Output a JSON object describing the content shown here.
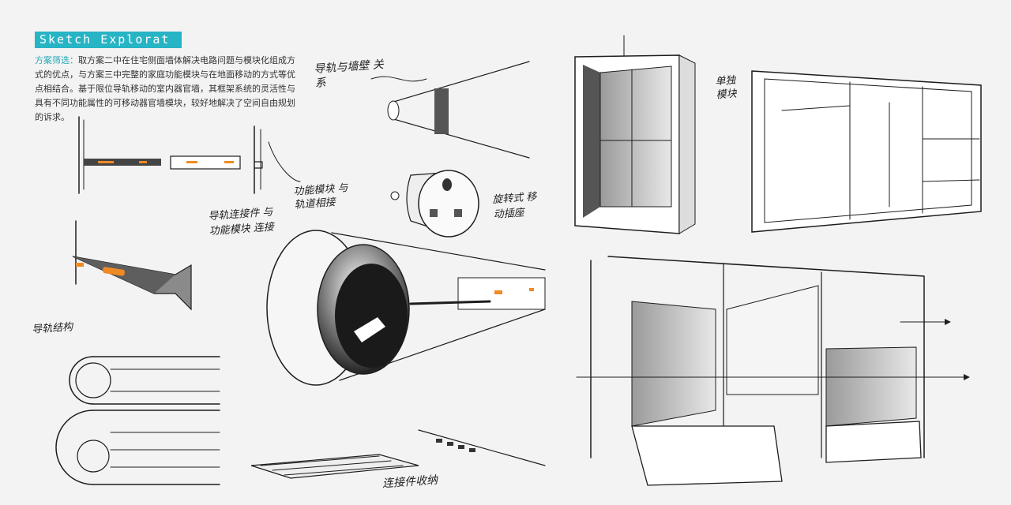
{
  "header": {
    "title": "Sketch Explorat"
  },
  "description": {
    "label": "方案筛选：",
    "text": "取方案二中在住宅侧面墙体解决电路问题与模块化组成方式的优点，与方案三中完整的家庭功能模块与在地面移动的方式等优点相结合。基于限位导轨移动的室内器官墙，其框架系统的灵活性与具有不同功能属性的可移动器官墙模块，较好地解决了空间自由规划的诉求。"
  },
  "annotations": {
    "rail_wall": "导轨与墙壁 关系",
    "function_module": "功能模块 与轨道相接",
    "rail_connector": "导轨连接件 与功能模块 连接",
    "rail_structure": "导轨结构",
    "rotary_socket": "旋转式 移动插座",
    "connector_storage": "连接件收纳",
    "combined_module": "单独 模块"
  },
  "colors": {
    "accent": "#27b4c4",
    "accent_text": "#27a9b8",
    "orange": "#f08a24",
    "ink": "#1d1d1d"
  }
}
